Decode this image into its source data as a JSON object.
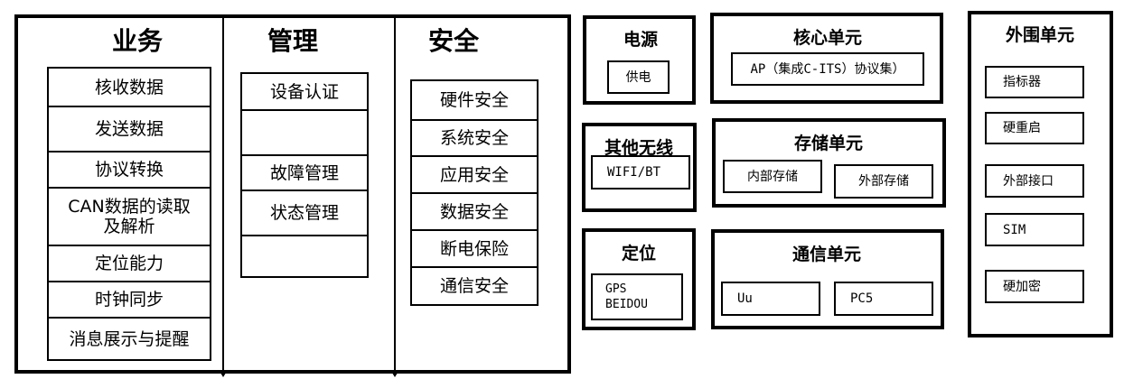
{
  "left_panel": {
    "business": {
      "title": "业务",
      "items": [
        "核收数据",
        "发送数据",
        "协议转换",
        "CAN数据的读取\n及解析",
        "定位能力",
        "时钟同步",
        "消息展示与提醒"
      ]
    },
    "management": {
      "title": "管理",
      "items": [
        "设备认证",
        "",
        "故障管理",
        "状态管理",
        ""
      ]
    },
    "security": {
      "title": "安全",
      "items": [
        "硬件安全",
        "系统安全",
        "应用安全",
        "数据安全",
        "断电保险",
        "通信安全"
      ]
    }
  },
  "modules": {
    "power": {
      "title": "电源",
      "items": [
        "供电"
      ]
    },
    "core_unit": {
      "title": "核心单元",
      "items": [
        "AP（集成C-ITS）协议集）"
      ]
    },
    "other_wireless": {
      "title": "其他无线",
      "items": [
        "WIFI/BT"
      ]
    },
    "storage_unit": {
      "title": "存储单元",
      "items": [
        "内部存储",
        "外部存储"
      ]
    },
    "positioning": {
      "title": "定位",
      "items": [
        "GPS\nBEIDOU"
      ]
    },
    "comm_unit": {
      "title": "通信单元",
      "items": [
        "Uu",
        "PC5"
      ]
    },
    "peripheral_unit": {
      "title": "外围单元",
      "items": [
        "指标器",
        "硬重启",
        "外部接口",
        "SIM",
        "硬加密"
      ]
    }
  }
}
